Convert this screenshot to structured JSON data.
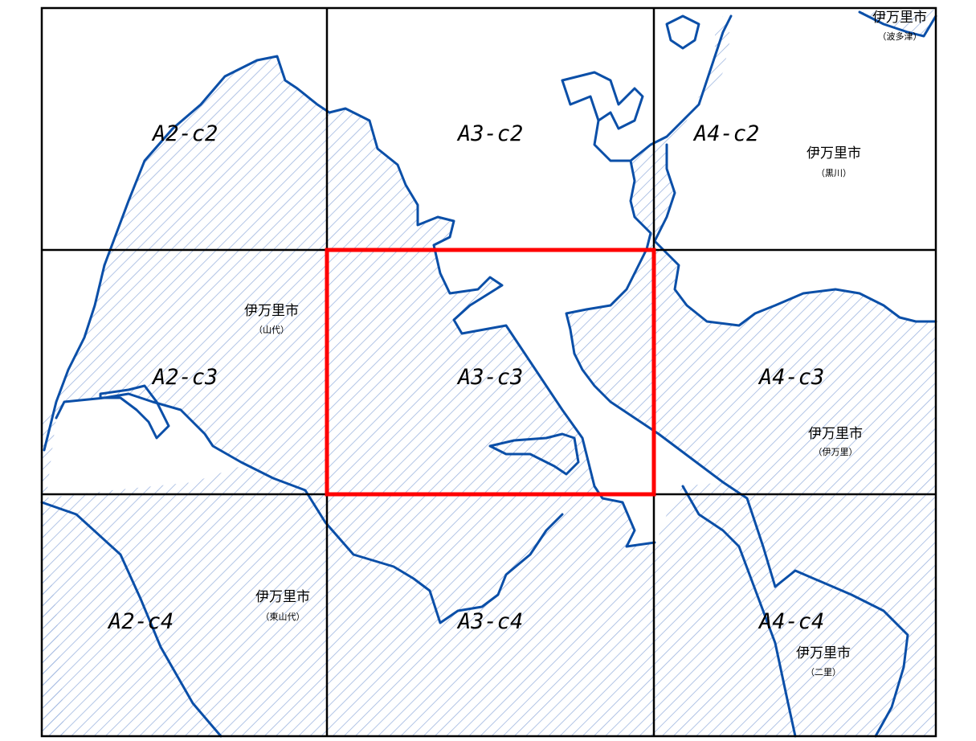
{
  "tiles": [
    {
      "id": "A2-c2",
      "label": "A2-c2",
      "selected": false
    },
    {
      "id": "A3-c2",
      "label": "A3-c2",
      "selected": false
    },
    {
      "id": "A4-c2",
      "label": "A4-c2",
      "selected": false
    },
    {
      "id": "A2-c3",
      "label": "A2-c3",
      "selected": false
    },
    {
      "id": "A3-c3",
      "label": "A3-c3",
      "selected": true
    },
    {
      "id": "A4-c3",
      "label": "A4-c3",
      "selected": false
    },
    {
      "id": "A2-c4",
      "label": "A2-c4",
      "selected": false
    },
    {
      "id": "A3-c4",
      "label": "A3-c4",
      "selected": false
    },
    {
      "id": "A4-c4",
      "label": "A4-c4",
      "selected": false
    }
  ],
  "places": [
    {
      "id": "hatatsu",
      "name": "伊万里市",
      "district": "（波多津）"
    },
    {
      "id": "kurokawa",
      "name": "伊万里市",
      "district": "（黒川）"
    },
    {
      "id": "yamashiro",
      "name": "伊万里市",
      "district": "（山代）"
    },
    {
      "id": "imari",
      "name": "伊万里市",
      "district": "（伊万里）"
    },
    {
      "id": "higashiyamashiro",
      "name": "伊万里市",
      "district": "（東山代）"
    },
    {
      "id": "futasato",
      "name": "伊万里市",
      "district": "（二里）"
    }
  ],
  "colors": {
    "coastline": "#0b4fa8",
    "land_hatch": "#9fb6e0",
    "grid": "#000000",
    "selection": "#ff0000",
    "background": "#ffffff"
  }
}
